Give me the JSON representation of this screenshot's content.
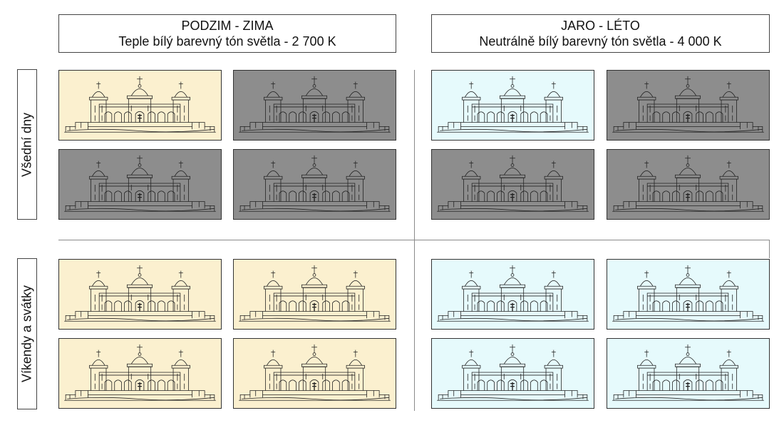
{
  "columns": [
    {
      "title": "PODZIM - ZIMA",
      "subtitle": "Teple bílý barevný tón světla - 2 700 K"
    },
    {
      "title": "JARO - LÉTO",
      "subtitle": "Neutrálně bílý barevný tón světla - 4 000 K"
    }
  ],
  "rows": [
    {
      "label": "Všední dny"
    },
    {
      "label": "Víkendy a svátky"
    }
  ],
  "colors": {
    "warm": "#fbf0cf",
    "cool": "#e6fafc",
    "off": "#8d8d8d",
    "line": "#222222"
  },
  "panels": [
    {
      "col": 0,
      "row": 0,
      "tone": "warm"
    },
    {
      "col": 0,
      "row": 0,
      "tone": "off"
    },
    {
      "col": 0,
      "row": 0,
      "tone": "off"
    },
    {
      "col": 0,
      "row": 0,
      "tone": "off"
    },
    {
      "col": 1,
      "row": 0,
      "tone": "cool"
    },
    {
      "col": 1,
      "row": 0,
      "tone": "off"
    },
    {
      "col": 1,
      "row": 0,
      "tone": "off"
    },
    {
      "col": 1,
      "row": 0,
      "tone": "off"
    },
    {
      "col": 0,
      "row": 1,
      "tone": "warm"
    },
    {
      "col": 0,
      "row": 1,
      "tone": "warm"
    },
    {
      "col": 0,
      "row": 1,
      "tone": "warm"
    },
    {
      "col": 0,
      "row": 1,
      "tone": "warm"
    },
    {
      "col": 1,
      "row": 1,
      "tone": "cool"
    },
    {
      "col": 1,
      "row": 1,
      "tone": "cool"
    },
    {
      "col": 1,
      "row": 1,
      "tone": "cool"
    },
    {
      "col": 1,
      "row": 1,
      "tone": "cool"
    }
  ]
}
